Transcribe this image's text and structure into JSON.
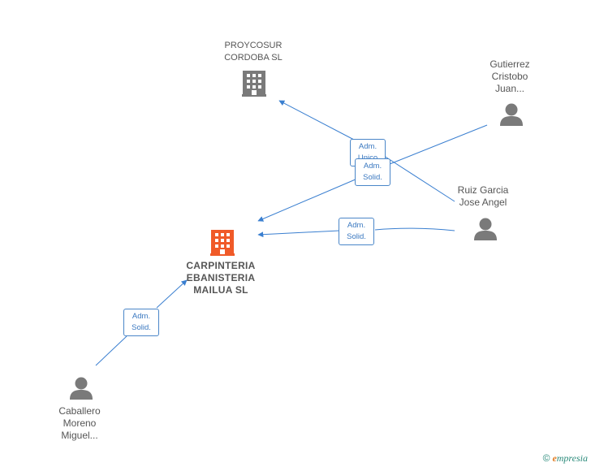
{
  "nodes": {
    "proycosur": {
      "label": "PROYCOSUR\nCORDOBA SL",
      "type": "company",
      "color": "#7a7a7a"
    },
    "carpinteria": {
      "label": "CARPINTERIA\nEBANISTERIA\nMAILUA  SL",
      "type": "company",
      "color": "#f05a28"
    },
    "gutierrez": {
      "label": "Gutierrez\nCristobo\nJuan...",
      "type": "person",
      "color": "#7a7a7a"
    },
    "ruiz": {
      "label": "Ruiz Garcia\nJose Angel",
      "type": "person",
      "color": "#7a7a7a"
    },
    "caballero": {
      "label": "Caballero\nMoreno\nMiguel...",
      "type": "person",
      "color": "#7a7a7a"
    }
  },
  "edges": {
    "gutierrez_proycosur": "Adm.\nUnico",
    "gutierrez_carpinteria": "Adm.\nSolid.",
    "ruiz_carpinteria": "Adm.\nSolid.",
    "caballero_carpinteria": "Adm.\nSolid."
  },
  "colors": {
    "edge": "#3a7fd0",
    "edge_label_text": "#3a78c0"
  },
  "watermark": {
    "copyright": "©",
    "brand_initial": "e",
    "brand_rest": "mpresia"
  }
}
